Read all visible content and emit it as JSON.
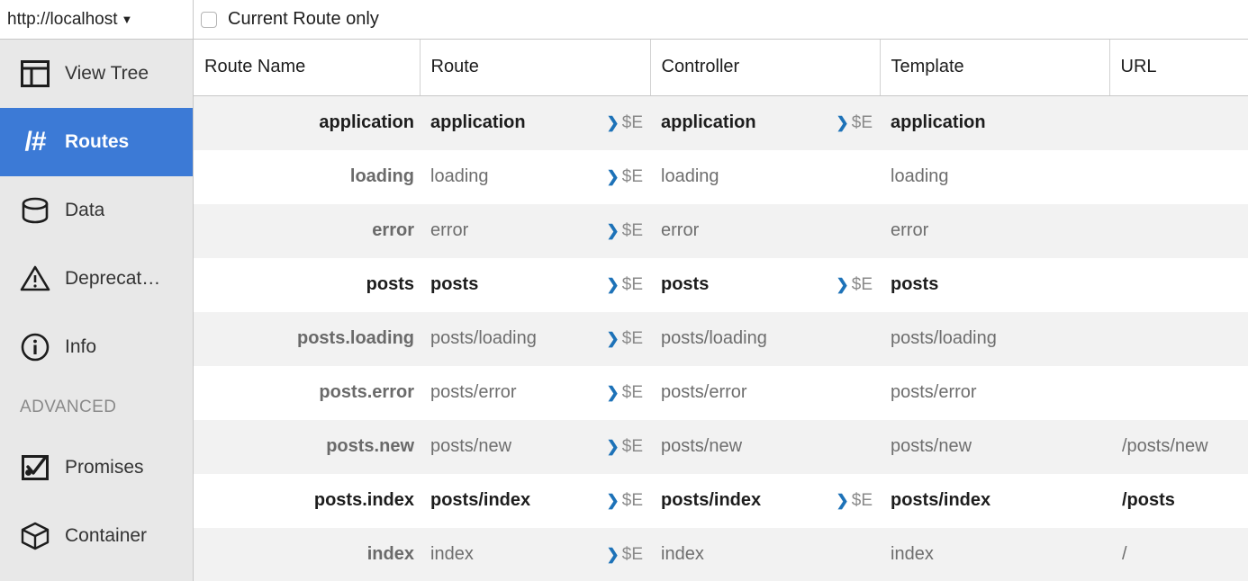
{
  "topbar": {
    "url_picker": {
      "label": "http://localhost",
      "caret": "▼",
      "icon": "chevron-down-icon"
    },
    "filter": {
      "checkbox_label": "Current Route only",
      "checked": false
    }
  },
  "sidebar": {
    "items": [
      {
        "label": "View Tree",
        "icon": "view-tree-icon",
        "active": false
      },
      {
        "label": "Routes",
        "icon": "routes-slash-hash-icon",
        "glyph": "/#",
        "active": true
      },
      {
        "label": "Data",
        "icon": "database-icon",
        "active": false
      },
      {
        "label": "Deprecat…",
        "icon": "warning-triangle-icon",
        "active": false
      },
      {
        "label": "Info",
        "icon": "info-circle-icon",
        "active": false
      }
    ],
    "section_label": "ADVANCED",
    "advanced_items": [
      {
        "label": "Promises",
        "icon": "promises-check-square-icon",
        "active": false
      },
      {
        "label": "Container",
        "icon": "cube-icon",
        "active": false
      }
    ]
  },
  "table": {
    "columns": [
      "Route Name",
      "Route",
      "Controller",
      "Template",
      "URL"
    ],
    "send_badge": {
      "chevron": "❯",
      "text": "$E"
    },
    "rows": [
      {
        "name": "application",
        "depth": 0,
        "route": "application",
        "route_send": true,
        "controller": "application",
        "controller_send": true,
        "template": "application",
        "url": "",
        "current": true
      },
      {
        "name": "loading",
        "depth": 1,
        "route": "loading",
        "route_send": true,
        "controller": "loading",
        "controller_send": false,
        "template": "loading",
        "url": "",
        "current": false
      },
      {
        "name": "error",
        "depth": 1,
        "route": "error",
        "route_send": true,
        "controller": "error",
        "controller_send": false,
        "template": "error",
        "url": "",
        "current": false
      },
      {
        "name": "posts",
        "depth": 1,
        "route": "posts",
        "route_send": true,
        "controller": "posts",
        "controller_send": true,
        "template": "posts",
        "url": "",
        "current": true
      },
      {
        "name": "posts.loading",
        "depth": 2,
        "route": "posts/loading",
        "route_send": true,
        "controller": "posts/loading",
        "controller_send": false,
        "template": "posts/loading",
        "url": "",
        "current": false
      },
      {
        "name": "posts.error",
        "depth": 2,
        "route": "posts/error",
        "route_send": true,
        "controller": "posts/error",
        "controller_send": false,
        "template": "posts/error",
        "url": "",
        "current": false
      },
      {
        "name": "posts.new",
        "depth": 2,
        "route": "posts/new",
        "route_send": true,
        "controller": "posts/new",
        "controller_send": false,
        "template": "posts/new",
        "url": "/posts/new",
        "current": false
      },
      {
        "name": "posts.index",
        "depth": 2,
        "route": "posts/index",
        "route_send": true,
        "controller": "posts/index",
        "controller_send": true,
        "template": "posts/index",
        "url": "/posts",
        "current": true
      },
      {
        "name": "index",
        "depth": 1,
        "route": "index",
        "route_send": true,
        "controller": "index",
        "controller_send": false,
        "template": "index",
        "url": "/",
        "current": false
      }
    ]
  },
  "colors": {
    "accent": "#3c7ad6",
    "row_stripe": "#f2f2f2",
    "row_base": "#ffffff",
    "sidebar_bg": "#e8e8e8",
    "send_chevron": "#1d72b8",
    "muted_text": "#6e6e6e"
  }
}
